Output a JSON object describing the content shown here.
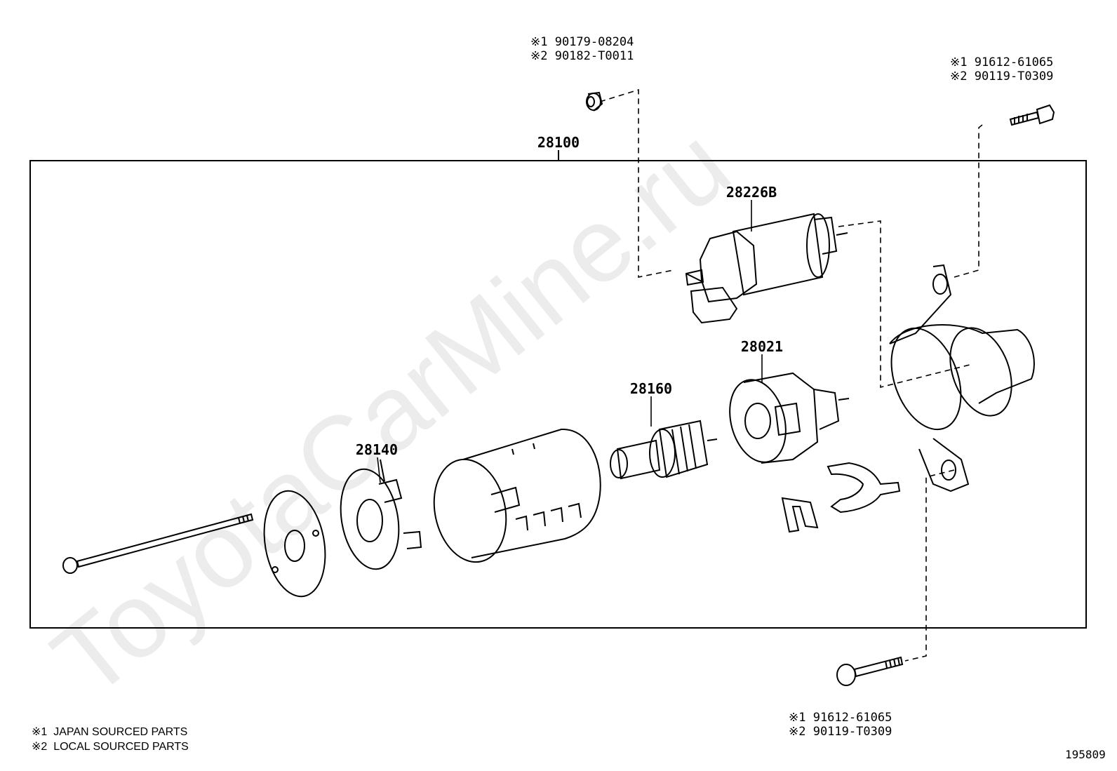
{
  "watermark": "ToyotaCarMine.ru",
  "diagram_code": "195809",
  "legend": [
    {
      "mark": "※1",
      "text": "JAPAN SOURCED PARTS"
    },
    {
      "mark": "※2",
      "text": "LOCAL SOURCED PARTS"
    }
  ],
  "assembly": {
    "part_no": "28100"
  },
  "parts": {
    "solenoid": "28226B",
    "drive_housing": "28021",
    "armature": "28160",
    "brush_holder": "28140"
  },
  "callouts": {
    "nut_top": [
      "※1  90179-08204",
      "※2  90182-T0011"
    ],
    "bolt_top_right": [
      "※1  91612-61065",
      "※2  90119-T0309"
    ],
    "bolt_bottom": [
      "※1  91612-61065",
      "※2  90119-T0309"
    ]
  }
}
